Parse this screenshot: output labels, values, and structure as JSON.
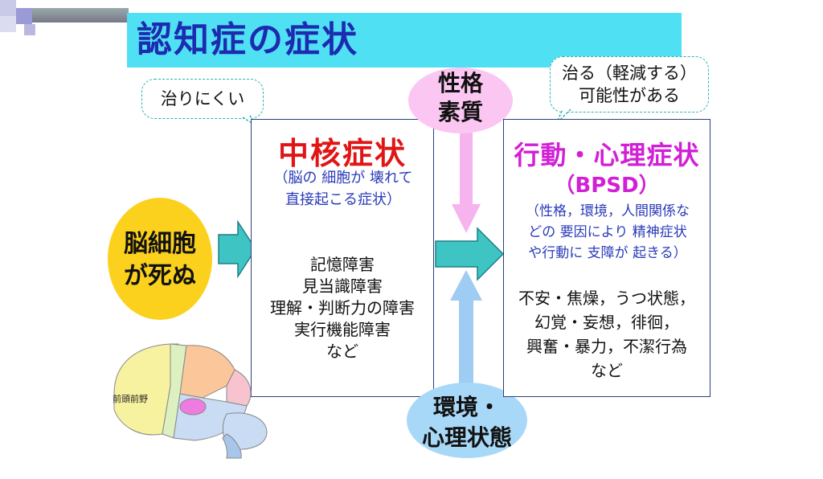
{
  "title": "認知症の症状",
  "bubbles": {
    "left": "治りにくい",
    "right_line1": "治る（軽減する）",
    "right_line2": "可能性がある"
  },
  "cause": {
    "line1": "脳細胞",
    "line2": "が死ぬ"
  },
  "personality": {
    "line1": "性格",
    "line2": "素質"
  },
  "environment": {
    "line1": "環境・",
    "line2": "心理状態"
  },
  "core": {
    "title": "中核症状",
    "sub_line1": "（脳の 細胞が 壊れて",
    "sub_line2": "直接起こる症状）",
    "items": [
      "記憶障害",
      "見当識障害",
      "理解・判断力の障害",
      "実行機能障害",
      "など"
    ]
  },
  "bpsd": {
    "title": "行動・心理症状",
    "abbr": "（BPSD）",
    "sub_line1": "（性格，環境，人間関係な",
    "sub_line2": "どの 要因により 精神症状",
    "sub_line3": "や行動に 支障が 起きる）",
    "items": [
      "不安・焦燥，うつ状態，",
      "幻覚・妄想，徘徊，",
      "興奮・暴力，不潔行為",
      "など"
    ]
  },
  "brain": {
    "label": "前頭前野"
  },
  "colors": {
    "banner": "#4fe0f3",
    "title_text": "#1c2bb0",
    "core_title": "#e01515",
    "bpsd_title": "#d21fd6",
    "sub_text": "#2a3bb8",
    "arrow_teal": "#3fc4c4",
    "cause_circle": "#fbd11e",
    "personality_ellipse": "#fbc6f2",
    "environment_ellipse": "#a8d8f8"
  }
}
